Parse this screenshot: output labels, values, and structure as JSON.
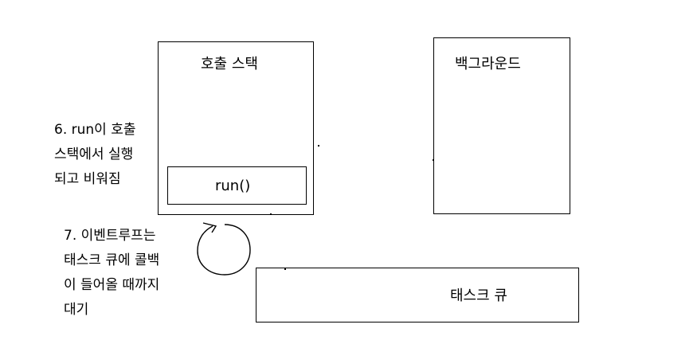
{
  "call_stack": {
    "title": "호출 스택",
    "frame_label": "run()"
  },
  "background": {
    "title": "백그라운드"
  },
  "task_queue": {
    "title": "태스크 큐"
  },
  "notes": {
    "step6": [
      "6. run이 호출",
      "스택에서 실행",
      "되고 비워짐"
    ],
    "step7": [
      "7. 이벤트루프는",
      "태스크 큐에 콜백",
      "이 들어올 때까지",
      "대기"
    ]
  }
}
